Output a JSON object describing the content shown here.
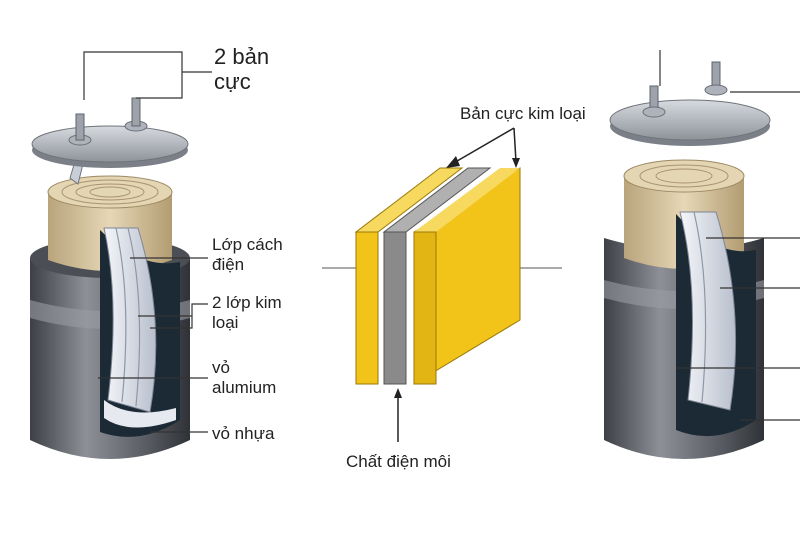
{
  "colors": {
    "plate": "#f2c41a",
    "plate_dark": "#d9a90f",
    "dielectric": "#8a8a8a",
    "can": "#6b6e74",
    "foil": "#d9dde6",
    "paper": "#d8c7a3",
    "line": "#333333"
  },
  "left_capacitor": {
    "terminals_label": [
      "2 bản",
      "cực"
    ],
    "insulation_label": [
      "Lớp cách",
      "điện"
    ],
    "metal_layers_label": [
      "2 lớp kim",
      "loại"
    ],
    "aluminium_case_label": [
      "vỏ",
      "alumium"
    ],
    "plastic_case_label": "vỏ nhựa"
  },
  "center_model": {
    "metal_plates_label": "Bản cực kim loại",
    "dielectric_label": "Chất điện môi"
  },
  "icons": [
    "capacitor-cutaway-illustration",
    "parallel-plate-model",
    "capacitor-cutaway-illustration-duplicate"
  ]
}
